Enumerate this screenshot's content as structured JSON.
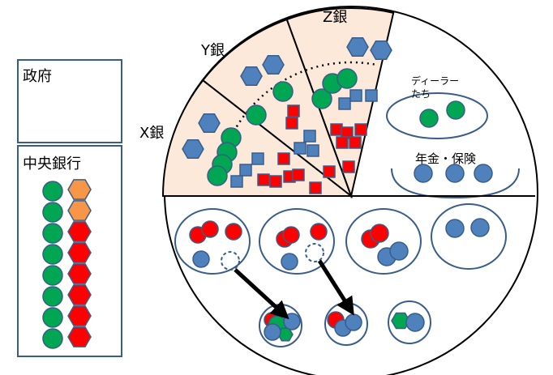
{
  "labels": {
    "government": "政府",
    "central_bank": "中央銀行",
    "bank_x": "X銀",
    "bank_y": "Y銀",
    "bank_z": "Z銀",
    "dealers": "ディーラー\nたち",
    "pension_insurance": "年金・保険"
  },
  "colors": {
    "green": "#00A651",
    "red": "#FF0000",
    "blue": "#4F81BD",
    "orange": "#F79646",
    "outline": "#385D8A",
    "wedge_fill": "#FCE9DA",
    "frame": "#243F60"
  },
  "central_bank_stack": {
    "left_column": [
      "green",
      "green",
      "green",
      "green",
      "green",
      "green",
      "green",
      "green"
    ],
    "right_column": [
      "orange",
      "orange",
      "red",
      "red",
      "red",
      "red",
      "red",
      "red"
    ]
  },
  "icons": [
    "circle-token-icon",
    "hexagon-token-icon",
    "square-token-icon",
    "dashed-circle-icon",
    "arrow-icon"
  ]
}
